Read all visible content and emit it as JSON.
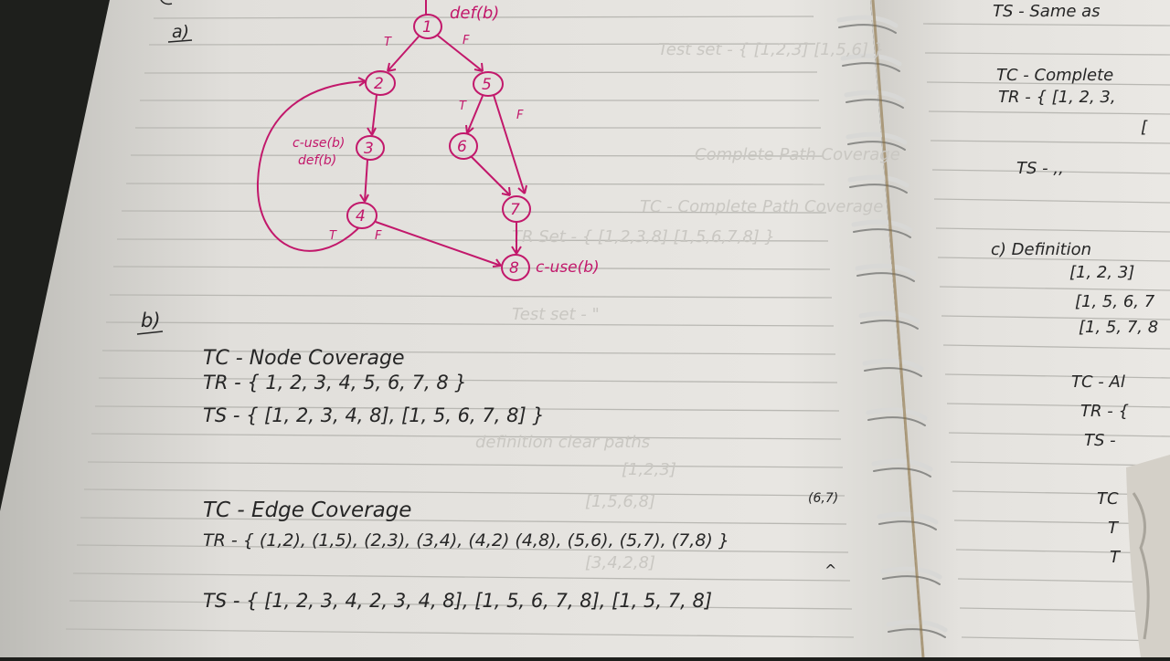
{
  "graph": {
    "nodes": [
      {
        "id": "1",
        "label": "1"
      },
      {
        "id": "2",
        "label": "2"
      },
      {
        "id": "3",
        "label": "3"
      },
      {
        "id": "4",
        "label": "4"
      },
      {
        "id": "5",
        "label": "5"
      },
      {
        "id": "6",
        "label": "6"
      },
      {
        "id": "7",
        "label": "7"
      },
      {
        "id": "8",
        "label": "8"
      }
    ],
    "edge_labels": {
      "e12": "T",
      "e15": "F",
      "e56": "T",
      "e57": "F",
      "e42": "T",
      "e48": "F"
    },
    "annotations": {
      "top": "def(b)",
      "node3_use": "c-use(b)",
      "node3_def": "def(b)",
      "node8_use": "c-use(b)"
    }
  },
  "left_page": {
    "part_a": "a)",
    "part_b": "b)",
    "node_cov": {
      "tc": "TC - Node Coverage",
      "tr": "TR - { 1, 2, 3, 4, 5, 6, 7, 8 }",
      "ts": "TS - { [1, 2, 3, 4, 8], [1, 5, 6, 7, 8] }"
    },
    "edge_cov": {
      "tc": "TC - Edge Coverage",
      "insert": "(6,7)",
      "tr": "TR - { (1,2), (1,5), (2,3), (3,4), (4,2) (4,8), (5,6), (5,7), (7,8) }",
      "caret": "^",
      "ts": "TS - { [1, 2, 3, 4, 2, 3, 4, 8], [1, 5, 6, 7, 8], [1, 5, 7, 8]"
    }
  },
  "right_page": {
    "lines": [
      "TS - Same as",
      "TC - Complete",
      "TR - { [1, 2, 3,",
      "[",
      "TS - ,,",
      "c) Definition",
      "[1, 2, 3]",
      "[1, 5, 6, 7",
      "[1, 5, 7, 8",
      "TC - Al",
      "TR - {",
      "TS -",
      "TC",
      "T",
      "T"
    ]
  },
  "colors": {
    "paper": "#e8e6e2",
    "ruling": "#b9b8b3",
    "ink": "#262626",
    "pink": "#c2186b",
    "spiral": "#d9d9d9"
  }
}
